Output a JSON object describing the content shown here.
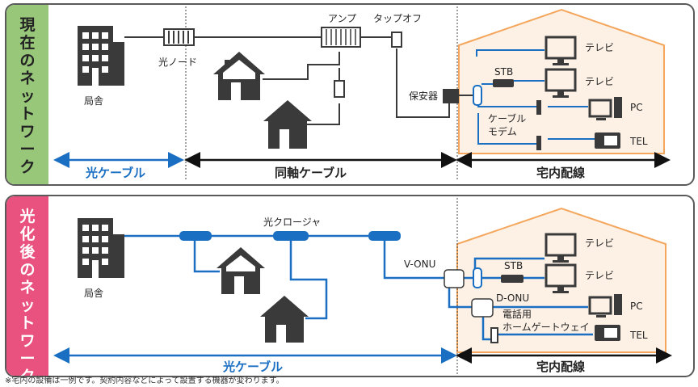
{
  "current": {
    "side_label": "現在のネットワーク",
    "office_label": "局舎",
    "optical_node_label": "光ノード",
    "amp_label": "アンプ",
    "tapoff_label": "タップオフ",
    "protector_label": "保安器",
    "stb_label": "STB",
    "tv1_label": "テレビ",
    "tv2_label": "テレビ",
    "modem_label_line1": "ケーブル",
    "modem_label_line2": "モデム",
    "pc_label": "PC",
    "tel_label": "TEL",
    "seg_fiber": "光ケーブル",
    "seg_coax": "同軸ケーブル",
    "seg_home": "宅内配線"
  },
  "after": {
    "side_label": "光化後のネットワーク",
    "office_label": "局舎",
    "closure_label": "光クロージャ",
    "vonu_label": "V-ONU",
    "donu_label": "D-ONU",
    "stb_label": "STB",
    "tv1_label": "テレビ",
    "tv2_label": "テレビ",
    "gateway_label_line1": "電話用",
    "gateway_label_line2": "ホームゲートウェイ",
    "pc_label": "PC",
    "tel_label": "TEL",
    "seg_fiber": "光ケーブル",
    "seg_home": "宅内配線"
  },
  "footnote": "※宅内の設備は一例です。契約内容などによって設置する機器が変わります。",
  "colors": {
    "current_band": "#98c77a",
    "after_band": "#e9527f",
    "fiber_blue": "#1a6fc2",
    "house_fill": "#fdf1e6",
    "house_roof": "#f4a65c"
  }
}
